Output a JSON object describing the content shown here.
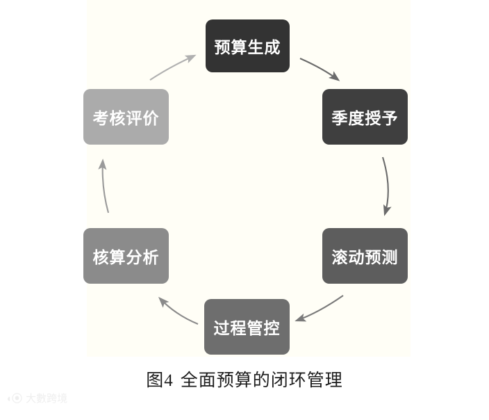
{
  "figure": {
    "background_color": "#ffffff",
    "panel_color": "#fffef6",
    "caption_number": "图4",
    "caption_title": "全面预算的闭环管理",
    "caption_full": "图4  全面预算的闭环管理"
  },
  "diagram": {
    "type": "closed-loop-cycle",
    "direction": "clockwise",
    "node_count": 6,
    "nodes": [
      {
        "id": "budget",
        "label": "预算生成",
        "color": "#333333",
        "order": 1,
        "position": "top"
      },
      {
        "id": "quarterly",
        "label": "季度授予",
        "color": "#3f3f3f",
        "order": 2,
        "position": "upper-right"
      },
      {
        "id": "rolling",
        "label": "滚动预测",
        "color": "#5d5d5d",
        "order": 3,
        "position": "lower-right"
      },
      {
        "id": "process",
        "label": "过程管控",
        "color": "#6e6e6e",
        "order": 4,
        "position": "bottom"
      },
      {
        "id": "accounting",
        "label": "核算分析",
        "color": "#8b8b8b",
        "order": 5,
        "position": "lower-left"
      },
      {
        "id": "appraisal",
        "label": "考核评价",
        "color": "#ababab",
        "order": 6,
        "position": "upper-left"
      }
    ],
    "arrows": [
      {
        "id": "arrow-budget-to-quarterly",
        "from": "预算生成",
        "to": "季度授予",
        "color": "#6b6b6b"
      },
      {
        "id": "arrow-quarterly-to-rolling",
        "from": "季度授予",
        "to": "滚动预测",
        "color": "#6b6b6b"
      },
      {
        "id": "arrow-rolling-to-process",
        "from": "滚动预测",
        "to": "过程管控",
        "color": "#7a7a7a"
      },
      {
        "id": "arrow-process-to-accounting",
        "from": "过程管控",
        "to": "核算分析",
        "color": "#8a8a8a"
      },
      {
        "id": "arrow-accounting-to-appraisal",
        "from": "核算分析",
        "to": "考核评价",
        "color": "#9a9a9a"
      },
      {
        "id": "arrow-appraisal-to-budget",
        "from": "考核评价",
        "to": "预算生成",
        "color": "#b0b0b0"
      }
    ]
  },
  "watermark": {
    "mark": "◖⦿",
    "text": "大數跨境"
  }
}
